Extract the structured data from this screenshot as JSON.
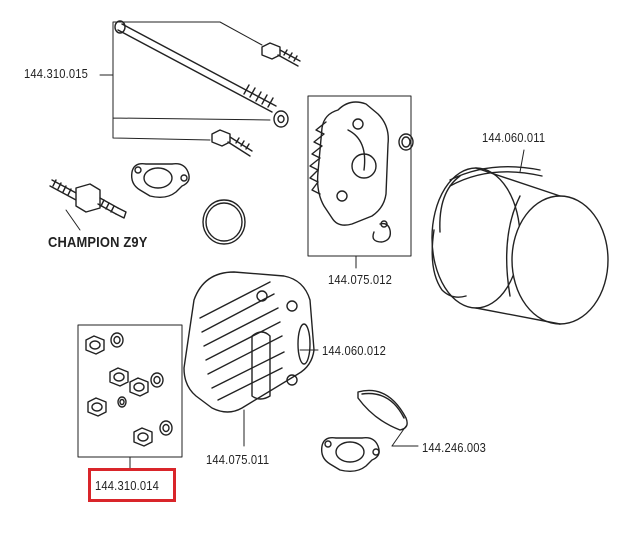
{
  "labels": {
    "p1": "144.310.015",
    "p2": "CHAMPION Z9Y",
    "p3": "144.075.012",
    "p4": "144.060.011",
    "p5": "144.060.012",
    "p6": "144.075.011",
    "p7": "144.246.003",
    "p8": "144.310.014"
  },
  "highlight_color": "#d9252a"
}
